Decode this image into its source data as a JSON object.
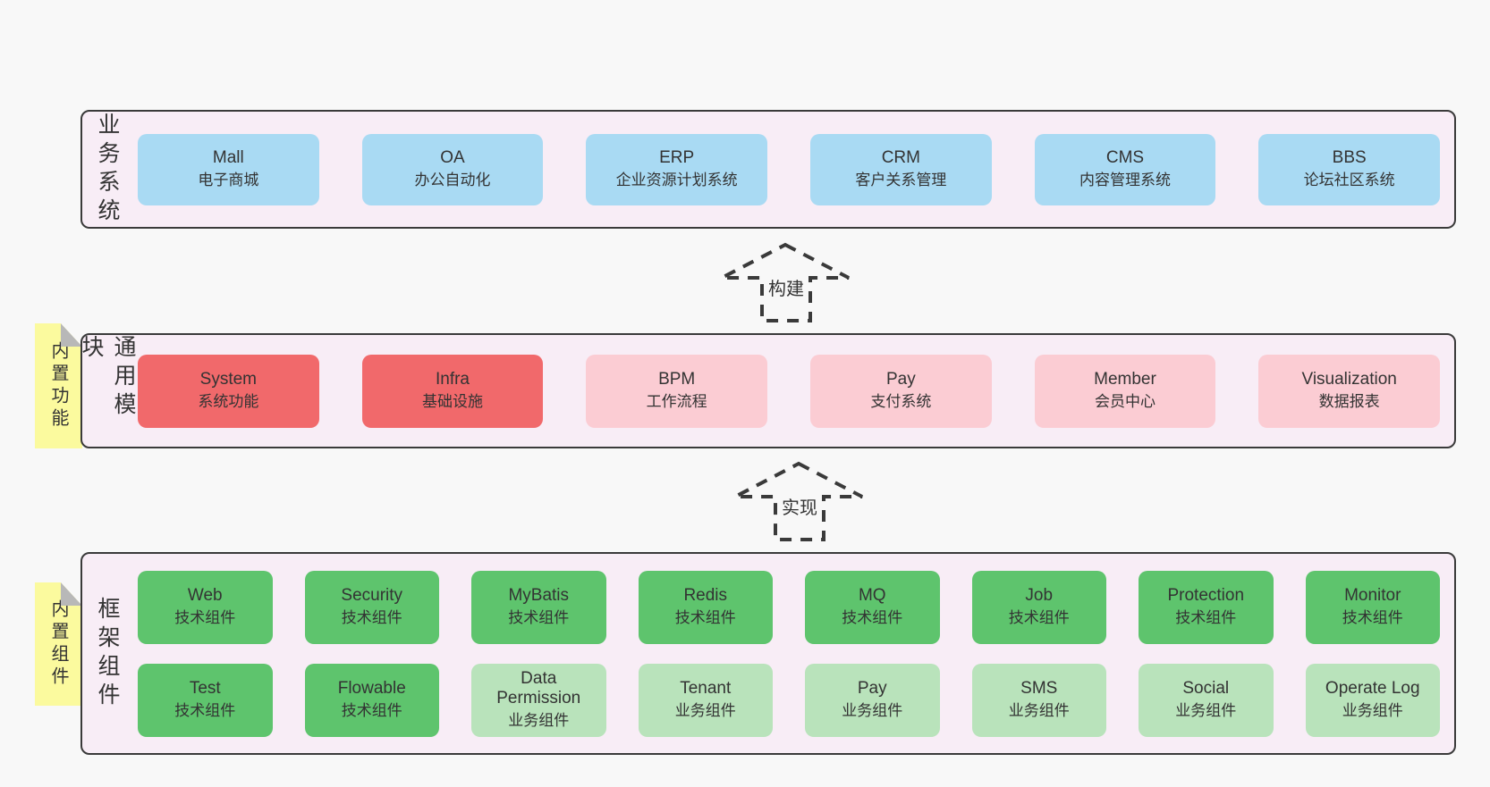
{
  "sections": [
    {
      "id": "business",
      "label": "业务系统",
      "tab": null,
      "rows": [
        [
          {
            "name": "Mall",
            "desc": "电子商城",
            "type": "blue"
          },
          {
            "name": "OA",
            "desc": "办公自动化",
            "type": "blue"
          },
          {
            "name": "ERP",
            "desc": "企业资源计划系统",
            "type": "blue"
          },
          {
            "name": "CRM",
            "desc": "客户关系管理",
            "type": "blue"
          },
          {
            "name": "CMS",
            "desc": "内容管理系统",
            "type": "blue"
          },
          {
            "name": "BBS",
            "desc": "论坛社区系统",
            "type": "blue"
          }
        ]
      ]
    },
    {
      "id": "modules",
      "label": "通用模块",
      "tab": "内置功能",
      "rows": [
        [
          {
            "name": "System",
            "desc": "系统功能",
            "type": "red"
          },
          {
            "name": "Infra",
            "desc": "基础设施",
            "type": "red"
          },
          {
            "name": "BPM",
            "desc": "工作流程",
            "type": "pink"
          },
          {
            "name": "Pay",
            "desc": "支付系统",
            "type": "pink"
          },
          {
            "name": "Member",
            "desc": "会员中心",
            "type": "pink"
          },
          {
            "name": "Visualization",
            "desc": "数据报表",
            "type": "pink"
          }
        ]
      ]
    },
    {
      "id": "framework",
      "label": "框架组件",
      "tab": "内置组件",
      "rows": [
        [
          {
            "name": "Web",
            "desc": "技术组件",
            "type": "green"
          },
          {
            "name": "Security",
            "desc": "技术组件",
            "type": "green"
          },
          {
            "name": "MyBatis",
            "desc": "技术组件",
            "type": "green"
          },
          {
            "name": "Redis",
            "desc": "技术组件",
            "type": "green"
          },
          {
            "name": "MQ",
            "desc": "技术组件",
            "type": "green"
          },
          {
            "name": "Job",
            "desc": "技术组件",
            "type": "green"
          },
          {
            "name": "Protection",
            "desc": "技术组件",
            "type": "green"
          },
          {
            "name": "Monitor",
            "desc": "技术组件",
            "type": "green"
          }
        ],
        [
          {
            "name": "Test",
            "desc": "技术组件",
            "type": "green"
          },
          {
            "name": "Flowable",
            "desc": "技术组件",
            "type": "green"
          },
          {
            "name": "Data Permission",
            "desc": "业务组件",
            "type": "lightgreen"
          },
          {
            "name": "Tenant",
            "desc": "业务组件",
            "type": "lightgreen"
          },
          {
            "name": "Pay",
            "desc": "业务组件",
            "type": "lightgreen"
          },
          {
            "name": "SMS",
            "desc": "业务组件",
            "type": "lightgreen"
          },
          {
            "name": "Social",
            "desc": "业务组件",
            "type": "lightgreen"
          },
          {
            "name": "Operate Log",
            "desc": "业务组件",
            "type": "lightgreen"
          }
        ]
      ]
    }
  ],
  "arrows": [
    {
      "id": "build",
      "label": "构建"
    },
    {
      "id": "implement",
      "label": "实现"
    }
  ],
  "colors": {
    "page_bg": "#f8f8f8",
    "panel_bg": "#f8edf6",
    "outline": "#3a3a3a",
    "text": "#333333",
    "blue_box": "#a9daf3",
    "red_box": "#f1696b",
    "pink_box": "#fbccd3",
    "green_box": "#5ec46d",
    "light_green_box": "#b9e3bb",
    "tab_yellow": "#fbfa9e",
    "fold_gray": "#b8b8b8"
  }
}
